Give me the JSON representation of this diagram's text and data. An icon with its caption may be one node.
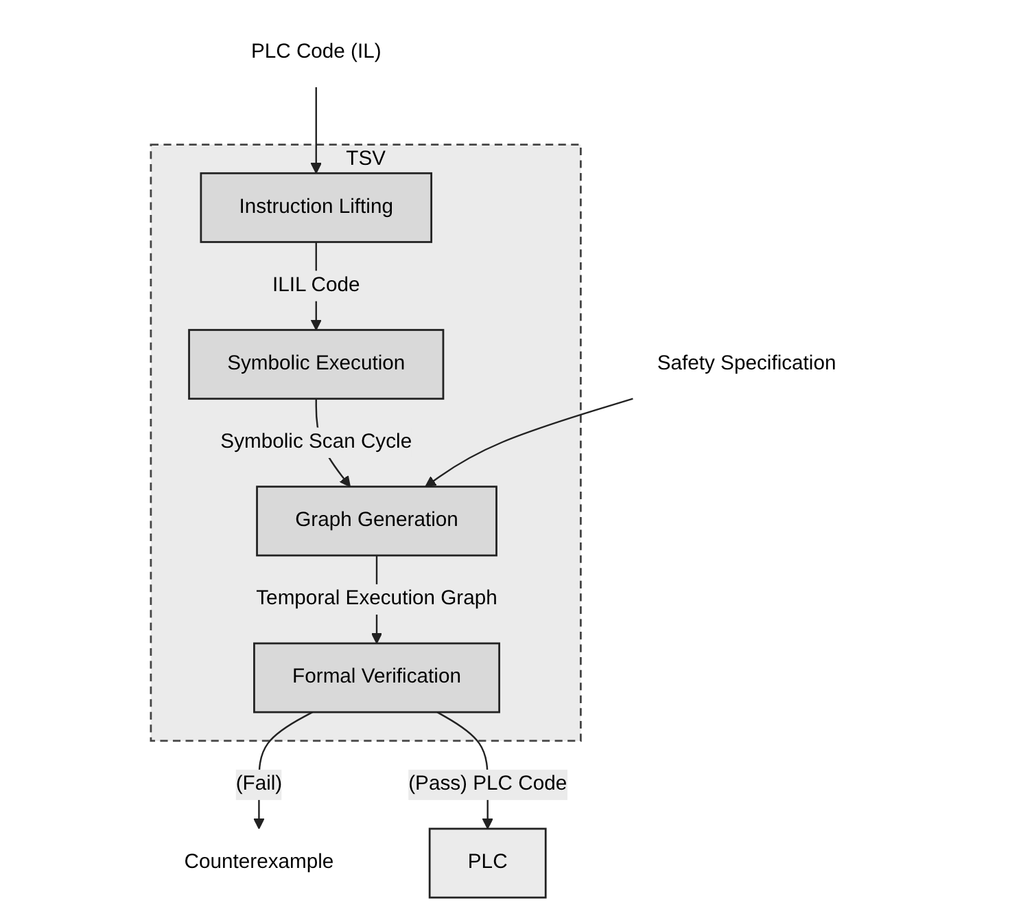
{
  "diagram": {
    "nodes": [
      {
        "text": [
          "TSV"
        ]
      },
      {
        "text": [
          "PLC Code (IL)"
        ]
      },
      {
        "text": [
          "Instruction Lifting"
        ],
        "in": 0
      },
      {
        "text": [
          "Symbolic Execution"
        ],
        "in": 0
      },
      {
        "text": [
          "Safety Specification"
        ]
      },
      {
        "text": [
          "Graph Generation"
        ],
        "in": 0
      },
      {
        "text": [
          "Formal Verification"
        ],
        "in": 0
      },
      {
        "text": [
          "Counterexample"
        ]
      },
      {
        "text": [
          "PLC"
        ]
      }
    ],
    "edges": [
      {
        "from": 1,
        "to": 2,
        "arrow": "to"
      },
      {
        "from": 2,
        "to": 3,
        "label": "ILIL Code",
        "arrow": "to"
      },
      {
        "from": 3,
        "to": 5,
        "label": "Symbolic Scan Cycle",
        "arrow": "to"
      },
      {
        "from": 4,
        "to": 5,
        "arrow": "to"
      },
      {
        "from": 5,
        "to": 6,
        "label": "Temporal Execution Graph",
        "arrow": "to"
      },
      {
        "from": 6,
        "to": 7,
        "label": "(Fail)",
        "arrow": "to"
      },
      {
        "from": 6,
        "to": 8,
        "label": "(Pass) PLC Code",
        "arrow": "to"
      }
    ]
  }
}
